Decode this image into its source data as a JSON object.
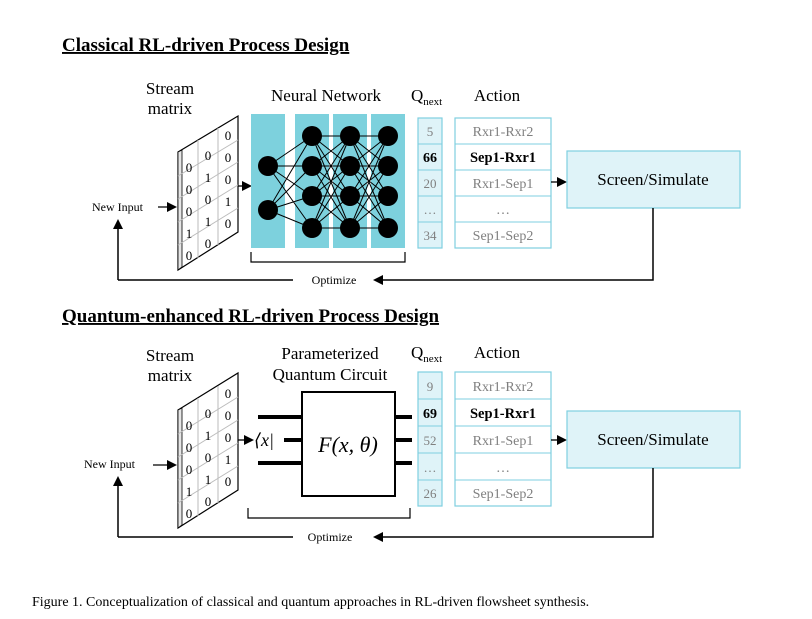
{
  "caption": "Figure 1. Conceptualization of classical and quantum approaches in RL-driven flowsheet synthesis.",
  "classical": {
    "title": "Classical RL-driven Process Design",
    "stream_matrix_label": [
      "Stream",
      "matrix"
    ],
    "new_input": "New Input",
    "model_label": "Neural Network",
    "q_header": "Q",
    "q_sub": "next",
    "action_header": "Action",
    "q_values": [
      "5",
      "66",
      "20",
      "…",
      "34"
    ],
    "actions": [
      "Rxr1-Rxr2",
      "Sep1-Rxr1",
      "Rxr1-Sep1",
      "…",
      "Sep1-Sep2"
    ],
    "highlight_index": 1,
    "screen": "Screen/Simulate",
    "optimize": "Optimize",
    "matrix_cols": [
      [
        "0",
        "0",
        "0",
        "1",
        "0"
      ],
      [
        "0",
        "1",
        "0",
        "1",
        "0"
      ],
      [
        "0",
        "0",
        "0",
        "1",
        "0"
      ]
    ]
  },
  "quantum": {
    "title": "Quantum-enhanced RL-driven Process Design",
    "stream_matrix_label": [
      "Stream",
      "matrix"
    ],
    "new_input": "New Input",
    "model_label": [
      "Parameterized",
      "Quantum Circuit"
    ],
    "ket": "⟨x|",
    "gate": "F(x, θ)",
    "q_header": "Q",
    "q_sub": "next",
    "action_header": "Action",
    "q_values": [
      "9",
      "69",
      "52",
      "…",
      "26"
    ],
    "actions": [
      "Rxr1-Rxr2",
      "Sep1-Rxr1",
      "Rxr1-Sep1",
      "…",
      "Sep1-Sep2"
    ],
    "highlight_index": 1,
    "screen": "Screen/Simulate",
    "optimize": "Optimize",
    "matrix_cols": [
      [
        "0",
        "0",
        "0",
        "1",
        "0"
      ],
      [
        "0",
        "1",
        "0",
        "1",
        "0"
      ],
      [
        "0",
        "0",
        "0",
        "1",
        "0"
      ]
    ]
  },
  "colors": {
    "box_fill": "#dff3f8",
    "box_stroke": "#7fcfe0",
    "nn_fill": "#7dd1dd"
  }
}
